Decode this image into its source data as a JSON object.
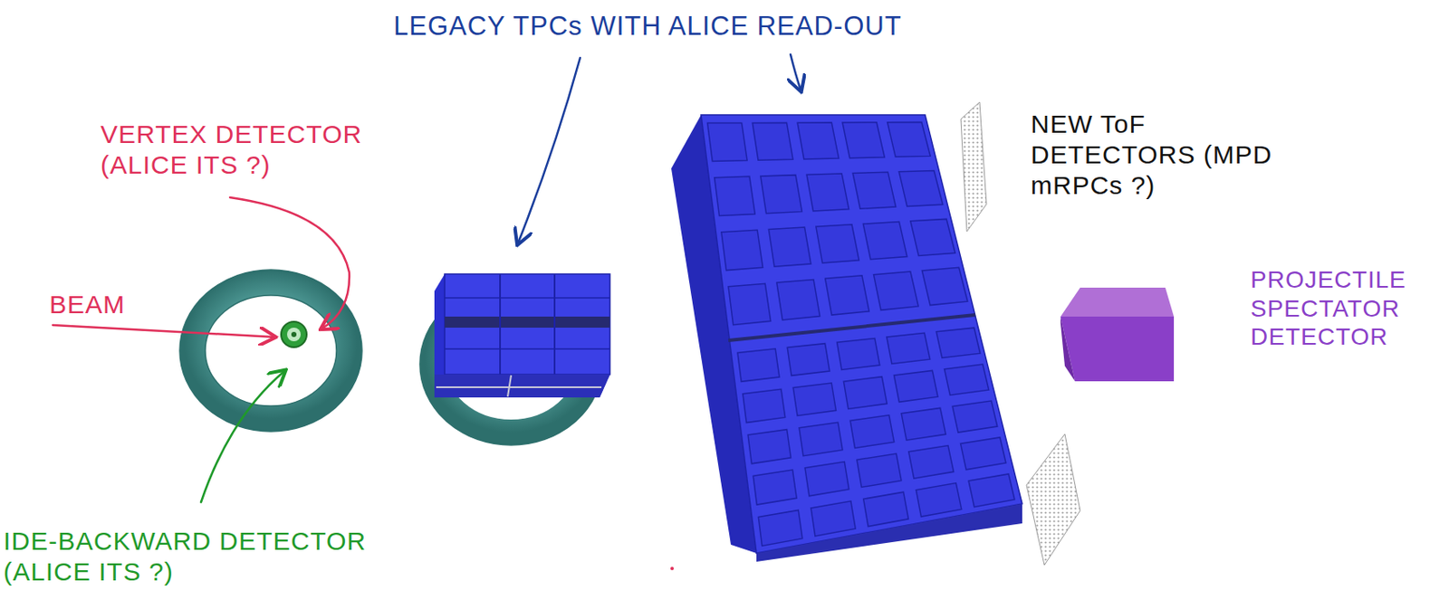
{
  "diagram": {
    "labels": [
      "LEGACY TPCs WITH ALICE READ-OUT",
      "VERTEX DETECTOR (ALICE ITS ?)",
      "BEAM",
      "NEW ToF DETECTORS (MPD mRPCs ?)",
      "PROJECTILE SPECTATOR DETECTOR",
      "IDE-BACKWARD DETECTOR (ALICE ITS ?)"
    ]
  }
}
